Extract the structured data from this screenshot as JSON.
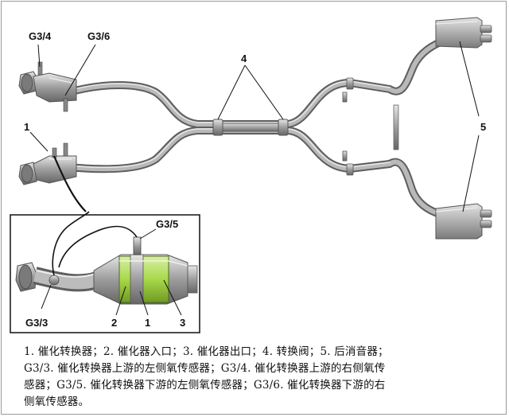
{
  "labels": {
    "g34": "G3/4",
    "g36": "G3/6",
    "n1": "1",
    "n4": "4",
    "n5": "5",
    "g33": "G3/3",
    "g35": "G3/5",
    "inset_2": "2",
    "inset_1": "1",
    "inset_3": "3"
  },
  "caption": [
    "1. 催化转换器；2. 催化器入口；3. 催化器出口；4. 转换阀；5. 后消音器；",
    "G3/3. 催化转换器上游的左侧氧传感器；G3/4. 催化转换器上游的右侧氧传",
    "感器；G3/5. 催化转换器下游的左侧氧传感器；G3/6. 催化转换器下游的右",
    "侧氧传感器。"
  ],
  "colors": {
    "pipe": "#a9a9a9",
    "pipe_edge": "#5e5e5e",
    "catalyst_green": "#a8d84a",
    "muffler": "#bdbdbd"
  }
}
